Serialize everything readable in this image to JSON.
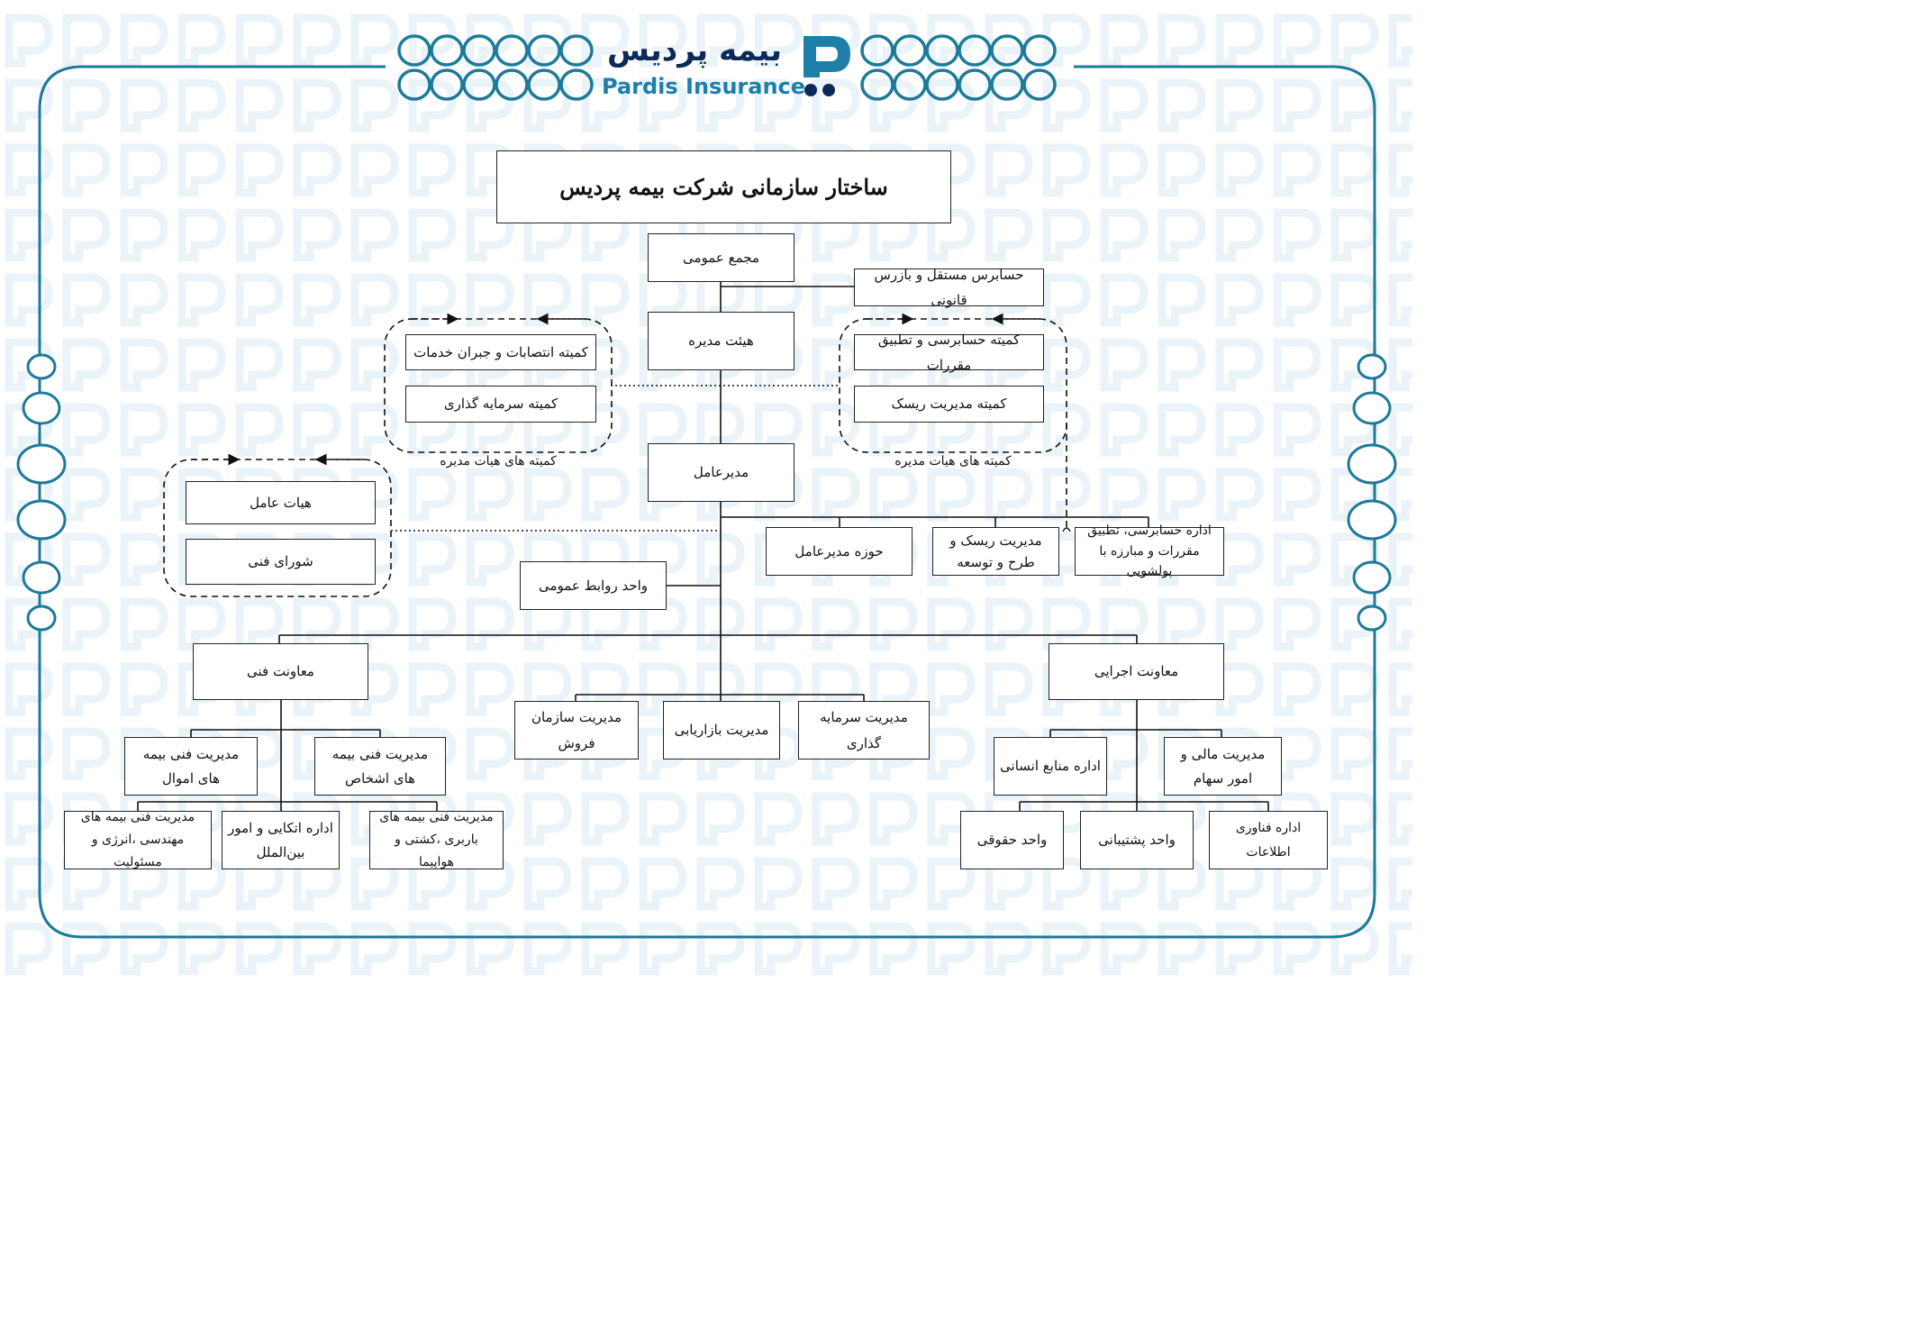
{
  "logo": {
    "name_fa": "بیمه پردیس",
    "name_en": "Pardis Insurance"
  },
  "colors": {
    "frame": "#1c7a9a",
    "logo_dark": "#0b2a57",
    "logo_light": "#1d7fa8",
    "pattern": "#eaf3f8"
  },
  "title": "ساختار سازمانی شرکت بیمه پردیس",
  "nodes": {
    "general_assembly": "مجمع عمومی",
    "auditor": "حسابرس مستقل و بازرس قانونی",
    "board": "هیئت مدیره",
    "appointments_committee": "کمیته انتصابات و جبران خدمات",
    "investment_committee": "کمیته سرمایه گذاری",
    "audit_committee": "کمیته حسابرسی و تطبیق مقررات",
    "risk_committee": "کمیته مدیریت ریسک",
    "ceo": "مدیرعامل",
    "executive_board": "هیات عامل",
    "technical_council": "شورای فنی",
    "ceo_office": "حوزه مدیرعامل",
    "risk_dev": "مدیریت ریسک و طرح و توسعه",
    "audit_dept": "اداره حسابرسی، تطبیق مقررات و مبارزه با پولشویی",
    "public_relations": "واحد روابط عمومی",
    "technical_deputy": "معاونت فنی",
    "executive_deputy": "معاونت اجرایی",
    "sales_mgmt": "مدیریت سازمان فروش",
    "marketing_mgmt": "مدیریت بازاریابی",
    "investment_mgmt": "مدیریت سرمایه گذاری",
    "property_ins": "مدیریت فنی بیمه های اموال",
    "persons_ins": "مدیریت فنی بیمه های اشخاص",
    "engineering_ins": "مدیریت فنی بیمه های مهندسی ،انرژی و مسئولیت",
    "reinsurance": "اداره اتکایی و امور بین‌الملل",
    "cargo_ins": "مدیریت فنی بیمه های باربری ،کشتی و هواپیما",
    "hr": "اداره منابع انسانی",
    "finance": "مدیریت مالی و امور سهام",
    "legal": "واحد حقوقی",
    "support": "واحد پشتیبانی",
    "it": "اداره فناوری اطلاعات"
  },
  "captions": {
    "board_committees_left": "کمیته های هیات مدیره",
    "board_committees_right": "کمیته های هیات مدیره"
  }
}
